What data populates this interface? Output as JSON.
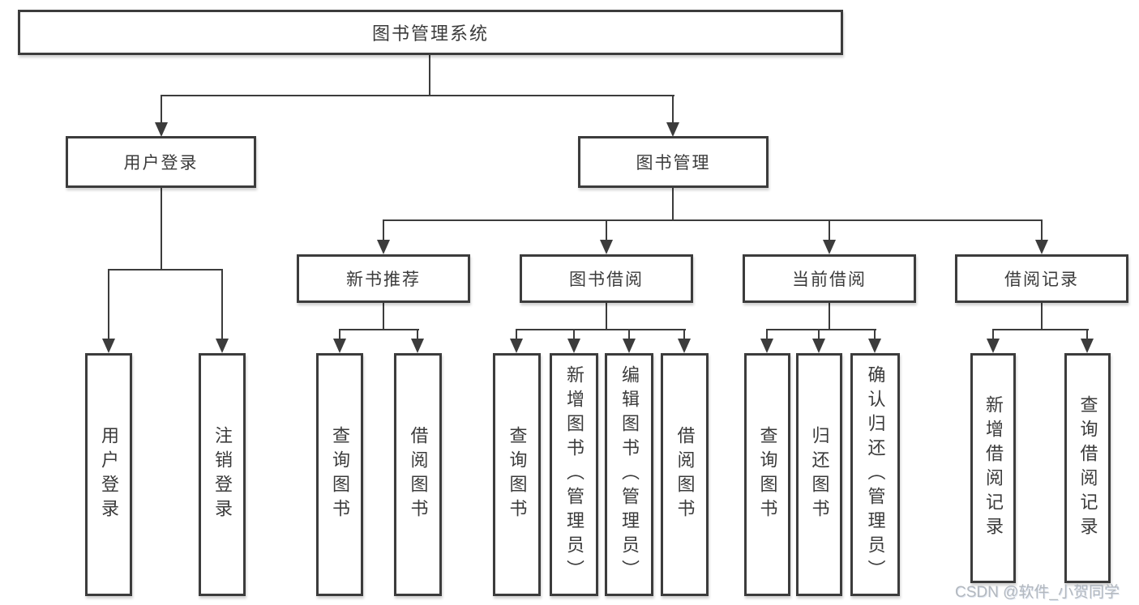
{
  "root": {
    "label": "图书管理系统"
  },
  "level2": {
    "user": {
      "label": "用户登录"
    },
    "books": {
      "label": "图书管理"
    }
  },
  "level3": {
    "recommend": {
      "label": "新书推荐"
    },
    "borrow": {
      "label": "图书借阅"
    },
    "current": {
      "label": "当前借阅"
    },
    "records": {
      "label": "借阅记录"
    }
  },
  "leaves": {
    "user": [
      "用户登录",
      "注销登录"
    ],
    "recommend": [
      "查询图书",
      "借阅图书"
    ],
    "borrow": [
      "查询图书",
      "新增图书（管理员）",
      "编辑图书（管理员）",
      "借阅图书"
    ],
    "current": [
      "查询图书",
      "归还图书",
      "确认归还（管理员）"
    ],
    "records": [
      "新增借阅记录",
      "查询借阅记录"
    ]
  },
  "watermark": {
    "text": "CSDN @软件_小贺同学"
  },
  "colors": {
    "line": "#3c3c3c",
    "text": "#3b3b3b",
    "background": "#ffffff",
    "watermark": "#b3b8be"
  }
}
